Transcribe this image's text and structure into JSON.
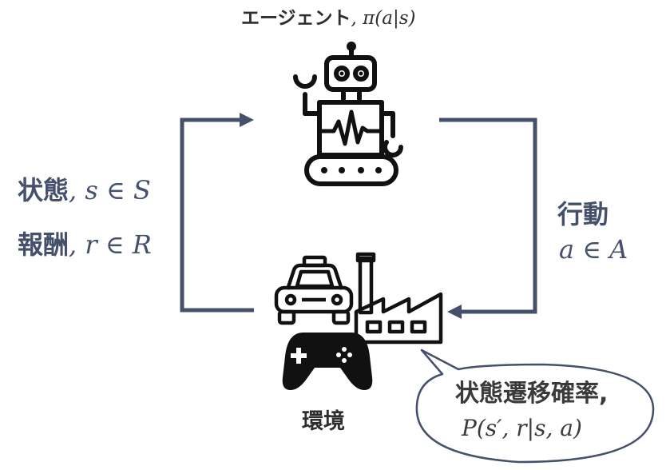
{
  "agent": {
    "label": "エージェント",
    "policy": ", π(a|s)"
  },
  "state": {
    "label": "状態",
    "formula": ", s ∈ S"
  },
  "reward": {
    "label": "報酬",
    "formula": ", r ∈ R"
  },
  "action": {
    "label": "行動",
    "formula": "a ∈ A"
  },
  "environment": {
    "label": "環境"
  },
  "transition": {
    "label": "状態遷移確率,",
    "formula": "P(s′, r|s, a)"
  },
  "colors": {
    "arrow": "#45506b",
    "icon": "#111111",
    "text": "#2e2e2e"
  },
  "icons": [
    "robot-icon",
    "taxi-icon",
    "factory-icon",
    "gamepad-icon",
    "speech-bubble"
  ]
}
